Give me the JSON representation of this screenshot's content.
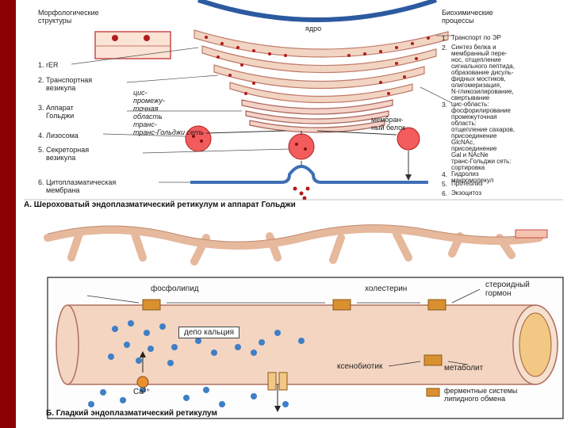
{
  "panel_a": {
    "left_header": [
      "Морфологические",
      "структуры"
    ],
    "right_header": [
      "Биохимические",
      "процессы"
    ],
    "nucleus_label": "ядро",
    "left_items": [
      {
        "num": "1.",
        "text": "rER"
      },
      {
        "num": "2.",
        "text": "Транспортная",
        "text2": "везикула"
      },
      {
        "num": "3.",
        "text": "Аппарат",
        "text2": "Гольджи"
      },
      {
        "num": "4.",
        "text": "Лизосома"
      },
      {
        "num": "5.",
        "text": "Секреторная",
        "text2": "везикула"
      },
      {
        "num": "6.",
        "text": "Цитоплазматическая",
        "text2": "мембрана"
      }
    ],
    "golgi_regions": [
      "цис-",
      "промежу-",
      "точная",
      "область",
      "транс-",
      "транс-Гольджи сеть"
    ],
    "membrane_protein": [
      "мембран-",
      "ный белок"
    ],
    "right_items": [
      {
        "num": "1.",
        "lines": [
          "Транспорт по ЭР"
        ]
      },
      {
        "num": "2.",
        "lines": [
          "Синтез белка и",
          "мембранный пере-",
          "нос, отщепление",
          "сигнального пептида,",
          "образование дисуль-",
          "фидных мостиков,",
          "олигомеризация,",
          "N-гликозилирование,",
          "свертывание"
        ]
      },
      {
        "num": "3.",
        "lines": [
          "цис-область:",
          "фосфорилирование",
          "промежуточная",
          "область:",
          "отщепление сахаров,",
          "присоединение",
          "GlcNAc,",
          "присоединение",
          "Gal и NAcNe",
          "транс-Гольджи сеть:",
          "сортировка"
        ]
      },
      {
        "num": "4.",
        "lines": [
          "Гидролиз",
          "макромолекул"
        ]
      },
      {
        "num": "5.",
        "lines": [
          "Протеолиз"
        ]
      },
      {
        "num": "6.",
        "lines": [
          "Экзоцитоз"
        ]
      }
    ],
    "caption": "А. Шероховатый эндоплазматический ретикулум и аппарат Гольджи"
  },
  "panel_b": {
    "labels": {
      "phospholipid": "фосфолипид",
      "cholesterol": "холестерин",
      "steroid": [
        "стероидный",
        "гормон"
      ],
      "calcium_depot": "депо кальция",
      "xenobiotic": "ксенобиотик",
      "metabolite": "метаболит",
      "calcium": "Ca²⁺"
    },
    "legend": [
      "ферментные системы",
      "липидного обмена"
    ],
    "caption": "Б. Гладкий эндоплазматический ретикулум"
  },
  "colors": {
    "background": "#8b0000",
    "er_fill": "#f0d6c4",
    "er_stroke": "#b38070",
    "ribosome": "#b31b1b",
    "vesicle": "#f25c5c",
    "membrane_blue": "#3f6fb5",
    "enzyme_box": "#c98a2b",
    "calcium_dot": "#3e7fc7"
  }
}
